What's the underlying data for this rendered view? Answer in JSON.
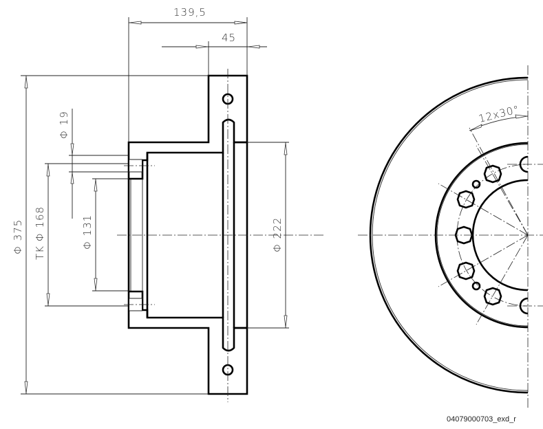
{
  "drawing": {
    "dimensions": {
      "overall_depth": "139,5",
      "disc_thickness": "45",
      "outer_diameter": "Φ 375",
      "bolt_circle": "TK Φ 168",
      "bolt_hole": "Φ 19",
      "center_bore": "Φ 131",
      "hat_diameter": "Φ 222",
      "hole_pattern": "12x30°"
    },
    "caption": "04079000703_exd_r"
  }
}
